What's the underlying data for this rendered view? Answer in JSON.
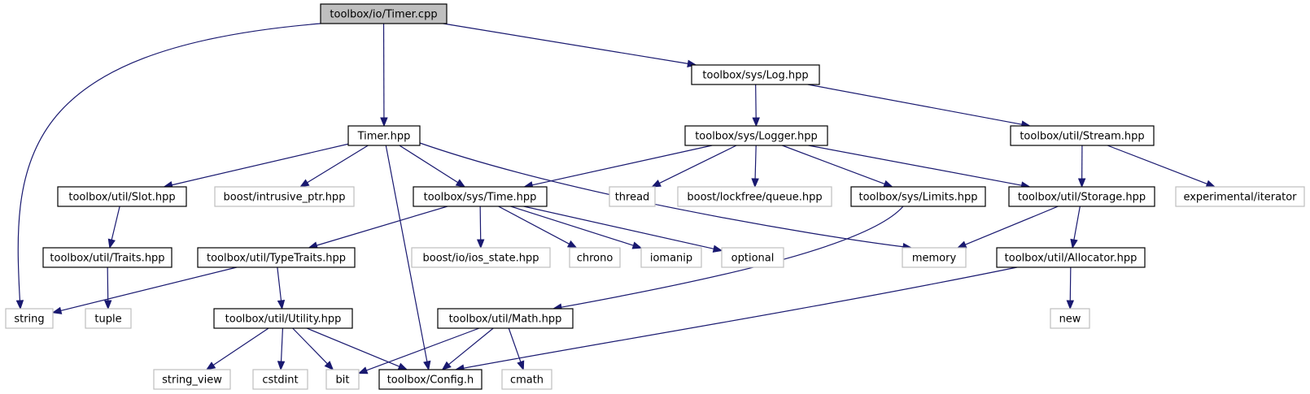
{
  "graph": {
    "colors": {
      "edge": "#191970",
      "root_fill": "#bfbfbf",
      "internal_border": "#000000",
      "external_border": "#bfbfbf",
      "external_text": "#000000"
    },
    "nodes": [
      {
        "id": "n_timer_cpp",
        "label": "toolbox/io/Timer.cpp",
        "kind": "root"
      },
      {
        "id": "n_string",
        "label": "string",
        "kind": "external"
      },
      {
        "id": "n_timer_hpp",
        "label": "Timer.hpp",
        "kind": "internal"
      },
      {
        "id": "n_log",
        "label": "toolbox/sys/Log.hpp",
        "kind": "internal"
      },
      {
        "id": "n_logger",
        "label": "toolbox/sys/Logger.hpp",
        "kind": "internal"
      },
      {
        "id": "n_stream",
        "label": "toolbox/util/Stream.hpp",
        "kind": "internal"
      },
      {
        "id": "n_slot",
        "label": "toolbox/util/Slot.hpp",
        "kind": "internal"
      },
      {
        "id": "n_intrusive",
        "label": "boost/intrusive_ptr.hpp",
        "kind": "external"
      },
      {
        "id": "n_time",
        "label": "toolbox/sys/Time.hpp",
        "kind": "internal"
      },
      {
        "id": "n_thread",
        "label": "thread",
        "kind": "external"
      },
      {
        "id": "n_lockfree",
        "label": "boost/lockfree/queue.hpp",
        "kind": "external"
      },
      {
        "id": "n_limits",
        "label": "toolbox/sys/Limits.hpp",
        "kind": "internal"
      },
      {
        "id": "n_storage",
        "label": "toolbox/util/Storage.hpp",
        "kind": "internal"
      },
      {
        "id": "n_expiter",
        "label": "experimental/iterator",
        "kind": "external"
      },
      {
        "id": "n_traits",
        "label": "toolbox/util/Traits.hpp",
        "kind": "internal"
      },
      {
        "id": "n_typetraits",
        "label": "toolbox/util/TypeTraits.hpp",
        "kind": "internal"
      },
      {
        "id": "n_iosstate",
        "label": "boost/io/ios_state.hpp",
        "kind": "external"
      },
      {
        "id": "n_chrono",
        "label": "chrono",
        "kind": "external"
      },
      {
        "id": "n_iomanip",
        "label": "iomanip",
        "kind": "external"
      },
      {
        "id": "n_optional",
        "label": "optional",
        "kind": "external"
      },
      {
        "id": "n_memory",
        "label": "memory",
        "kind": "external"
      },
      {
        "id": "n_allocator",
        "label": "toolbox/util/Allocator.hpp",
        "kind": "internal"
      },
      {
        "id": "n_tuple",
        "label": "tuple",
        "kind": "external"
      },
      {
        "id": "n_utility",
        "label": "toolbox/util/Utility.hpp",
        "kind": "internal"
      },
      {
        "id": "n_math",
        "label": "toolbox/util/Math.hpp",
        "kind": "internal"
      },
      {
        "id": "n_new",
        "label": "new",
        "kind": "external"
      },
      {
        "id": "n_stringview",
        "label": "string_view",
        "kind": "external"
      },
      {
        "id": "n_cstdint",
        "label": "cstdint",
        "kind": "external"
      },
      {
        "id": "n_bit",
        "label": "bit",
        "kind": "external"
      },
      {
        "id": "n_config",
        "label": "toolbox/Config.h",
        "kind": "internal"
      },
      {
        "id": "n_cmath",
        "label": "cmath",
        "kind": "external"
      }
    ],
    "edges": [
      [
        "n_timer_cpp",
        "n_string"
      ],
      [
        "n_timer_cpp",
        "n_timer_hpp"
      ],
      [
        "n_timer_cpp",
        "n_log"
      ],
      [
        "n_log",
        "n_logger"
      ],
      [
        "n_log",
        "n_stream"
      ],
      [
        "n_timer_hpp",
        "n_slot"
      ],
      [
        "n_timer_hpp",
        "n_intrusive"
      ],
      [
        "n_timer_hpp",
        "n_time"
      ],
      [
        "n_timer_hpp",
        "n_memory"
      ],
      [
        "n_timer_hpp",
        "n_config"
      ],
      [
        "n_logger",
        "n_time"
      ],
      [
        "n_logger",
        "n_thread"
      ],
      [
        "n_logger",
        "n_lockfree"
      ],
      [
        "n_logger",
        "n_limits"
      ],
      [
        "n_logger",
        "n_storage"
      ],
      [
        "n_stream",
        "n_storage"
      ],
      [
        "n_stream",
        "n_expiter"
      ],
      [
        "n_slot",
        "n_traits"
      ],
      [
        "n_traits",
        "n_tuple"
      ],
      [
        "n_time",
        "n_typetraits"
      ],
      [
        "n_time",
        "n_iosstate"
      ],
      [
        "n_time",
        "n_chrono"
      ],
      [
        "n_time",
        "n_iomanip"
      ],
      [
        "n_time",
        "n_optional"
      ],
      [
        "n_typetraits",
        "n_string"
      ],
      [
        "n_typetraits",
        "n_utility"
      ],
      [
        "n_limits",
        "n_math"
      ],
      [
        "n_storage",
        "n_memory"
      ],
      [
        "n_storage",
        "n_allocator"
      ],
      [
        "n_allocator",
        "n_new"
      ],
      [
        "n_allocator",
        "n_config"
      ],
      [
        "n_utility",
        "n_stringview"
      ],
      [
        "n_utility",
        "n_cstdint"
      ],
      [
        "n_utility",
        "n_bit"
      ],
      [
        "n_utility",
        "n_config"
      ],
      [
        "n_math",
        "n_bit"
      ],
      [
        "n_math",
        "n_config"
      ],
      [
        "n_math",
        "n_cmath"
      ]
    ]
  }
}
